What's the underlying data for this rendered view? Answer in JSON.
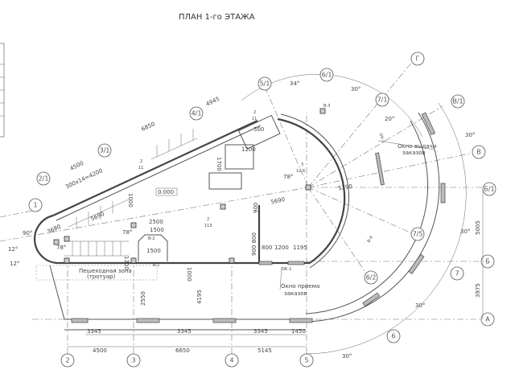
{
  "title": "ПЛАН 1-го ЭТАЖА",
  "axes": {
    "a1": "1",
    "a2_1": "2/1",
    "a3_1": "3/1",
    "a4_1": "4/1",
    "a5_1": "5/1",
    "a6_1": "6/1",
    "a7_1": "7/1",
    "aV_1": "В/1",
    "aG": "Г",
    "aV": "В",
    "aB_1": "Б/1",
    "a7_5": "7/5",
    "aB": "Б",
    "a7": "7",
    "a6_2": "6/2",
    "a6": "6",
    "aA": "А",
    "a2": "2",
    "a3": "3",
    "a4": "4",
    "a5": "5"
  },
  "dimensions": {
    "d4945": "4945",
    "d6850": "6850",
    "d4500top": "4500",
    "dStair": "300x14=4200",
    "d3680": "3680",
    "d5690left": "5690",
    "d2500": "2500",
    "d1500a": "1500",
    "d1500b": "1500",
    "d1300": "1300",
    "d1000": "1000",
    "d1000b": "1000",
    "d2550": "2550",
    "d4195": "4195",
    "d3345a": "3345",
    "d3345b": "3345",
    "d3345c": "3345",
    "d1450": "1450",
    "d4500": "4500",
    "d6650": "6650",
    "d5145": "5145",
    "d5290": "5290",
    "d5690": "5690",
    "d5005": "5005",
    "d3975": "3975",
    "d800": "800",
    "d1200": "1200",
    "d1195": "1195",
    "d900_800": "900 800",
    "d500": "500",
    "d1200b": "1200",
    "d1700": "1700",
    "d900": "900",
    "level": "0.000"
  },
  "angles": {
    "a34": "34°",
    "a30a": "30°",
    "a20": "20°",
    "a30b": "30°",
    "a30c": "30°",
    "a30d": "30°",
    "a30e": "30°",
    "a78a": "78°",
    "a78b": "78°",
    "a78c": "78°",
    "a90": "90°",
    "a12a": "12°",
    "a12b": "12°"
  },
  "labels": {
    "pedestrian_1": "Пешеходная зона",
    "pedestrian_2": "(тротуар)",
    "pickup_1": "Окно выдачи",
    "pickup_2": "заказов",
    "order_1": "Окно приема",
    "order_2": "заказов",
    "ok1a": "ОК-1",
    "ok1b": "ОК-1",
    "v1": "В-1",
    "v2": "В-2",
    "v3": "В-3",
    "v4": "В-4",
    "sec1_top": "2",
    "sec1_bot": "11",
    "sec2_top": "2",
    "sec2_bot": "113",
    "sec3_top": "3",
    "sec3_bot": "12.6",
    "sec4_top": "2",
    "sec4_bot": "11"
  }
}
